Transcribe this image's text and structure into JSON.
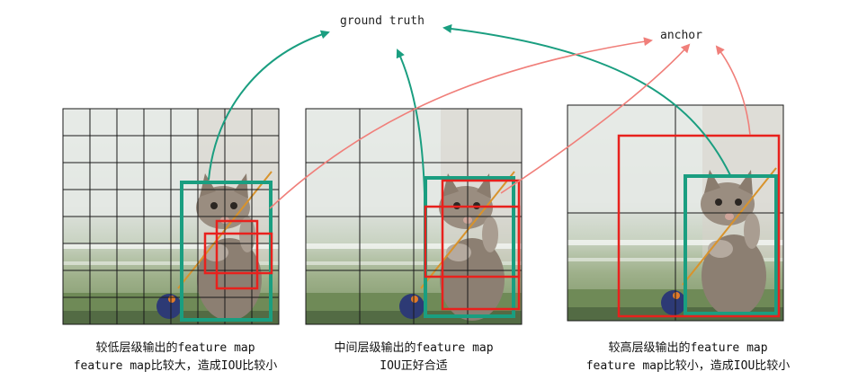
{
  "labels": {
    "ground_truth": "ground truth",
    "anchor": "anchor"
  },
  "panels": [
    {
      "grid": "8x8",
      "caption_line1": "较低层级输出的feature map",
      "caption_line2": "feature map比较大，造成IOU比较小"
    },
    {
      "grid": "4x4",
      "caption_line1": "中间层级输出的feature map",
      "caption_line2": "IOU正好合适"
    },
    {
      "grid": "2x2",
      "caption_line1": "较高层级输出的feature map",
      "caption_line2": "feature map比较小，造成IOU比较小"
    }
  ],
  "colors": {
    "ground_truth": "#1a9e80",
    "anchor_box": "#e8211d",
    "anchor_arrow": "#f07f7a",
    "grid_line": "#1a1a1a"
  }
}
